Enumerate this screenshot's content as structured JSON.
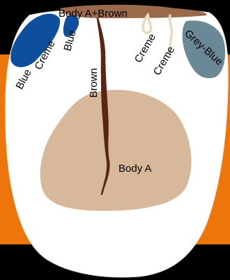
{
  "colors": {
    "background": "#000000",
    "orange_band": "#ec760c",
    "tongue": "#ffffff",
    "tongue_outline": "#e8e8e8",
    "body_a": "#d8b89a",
    "brown": "#5a2614",
    "brown_cap": "#9b6a4a",
    "blue": "#0d4f9c",
    "grey_blue": "#6b8896",
    "creme": "#e6dcc0"
  },
  "labels": {
    "top": "Body A+Brown",
    "blue_left": "Blue",
    "creme_left": "Creme",
    "blue_small": "Blue",
    "brown": "Brown",
    "creme_right_a": "Creme",
    "creme_right_b": "Creme",
    "grey_blue": "Grey-Blue",
    "body_a": "Body A"
  }
}
